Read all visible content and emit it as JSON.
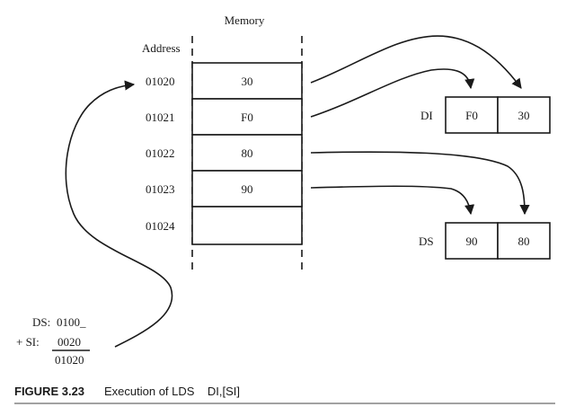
{
  "memory_label": "Memory",
  "address_label": "Address",
  "memory_rows": [
    {
      "address": "01020",
      "value": "30"
    },
    {
      "address": "01021",
      "value": "F0"
    },
    {
      "address": "01022",
      "value": "80"
    },
    {
      "address": "01023",
      "value": "90"
    },
    {
      "address": "01024",
      "value": ""
    }
  ],
  "registers": [
    {
      "name": "DI",
      "high": "F0",
      "low": "30"
    },
    {
      "name": "DS",
      "high": "90",
      "low": "80"
    }
  ],
  "calculation": {
    "ds_label": "DS:",
    "ds_value": "0100_",
    "si_label": "+  SI:",
    "si_value": "0020",
    "result": "01020"
  },
  "caption": {
    "figure": "FIGURE 3.23",
    "text": "Execution of LDS    DI,[SI]"
  }
}
